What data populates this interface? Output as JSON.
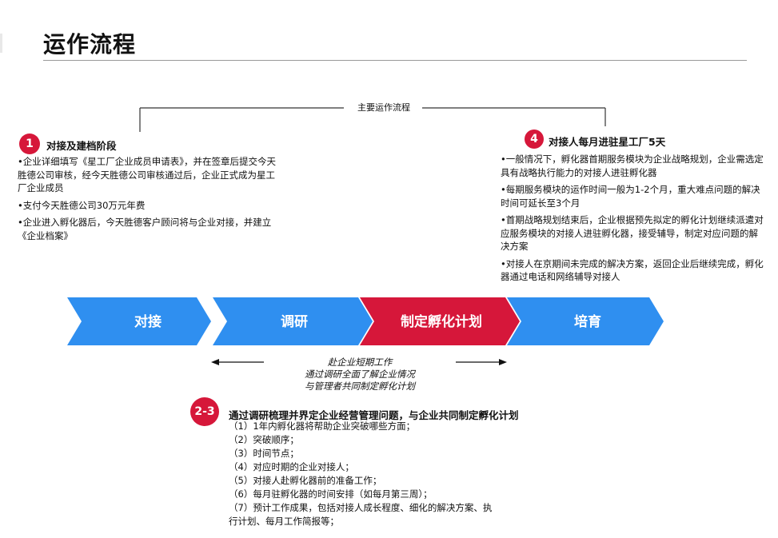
{
  "title": "运作流程",
  "top_flow_label": "主要运作流程",
  "section1": {
    "badge": "1",
    "title": "对接及建档阶段",
    "bullets": [
      "•企业详细填写《星工厂企业成员申请表》，并在签章后提交今天胜德公司审核，经今天胜德公司审核通过后，企业正式成为星工厂企业成员",
      "•支付今天胜德公司30万元年费",
      "•企业进入孵化器后，今天胜德客户顾问将与企业对接，并建立《企业档案》"
    ]
  },
  "section4": {
    "badge": "4",
    "title": "对接人每月进驻星工厂5天",
    "bullets": [
      "•一般情况下，孵化器首期服务模块为企业战略规划，企业需选定具有战略执行能力的对接人进驻孵化器",
      "•每期服务模块的运作时间一般为1-2个月，重大难点问题的解决时间可延长至3个月",
      "•首期战略规划结束后，企业根据预先拟定的孵化计划继续派遣对应服务模块的对接人进驻孵化器，接受辅导，制定对应问题的解决方案",
      "•对接人在京期间未完成的解决方案，返回企业后继续完成，孵化器通过电话和网络辅导对接人"
    ]
  },
  "stages": [
    {
      "label": "对接",
      "color": "#2f8ff0"
    },
    {
      "label": "调研",
      "color": "#2f8ff0"
    },
    {
      "label": "制定孵化计划",
      "color": "#d6173a"
    },
    {
      "label": "培育",
      "color": "#2f8ff0"
    }
  ],
  "mid_note": [
    "赴企业短期工作",
    "通过调研全面了解企业情况",
    "与管理者共同制定孵化计划"
  ],
  "section23": {
    "badge": "2-3",
    "title": "通过调研梳理并界定企业经营管理问题，与企业共同制定孵化计划",
    "items": [
      "（1）1年内孵化器将帮助企业突破哪些方面；",
      "（2）突破顺序；",
      "（3）时间节点；",
      "（4）对应时期的企业对接人；",
      "（5）对接人赴孵化器前的准备工作；",
      "（6）每月驻孵化器的时间安排（如每月第三周）；",
      "（7）预计工作成果，包括对接人成长程度、细化的解决方案、执",
      "行计划、每月工作简报等；"
    ]
  }
}
